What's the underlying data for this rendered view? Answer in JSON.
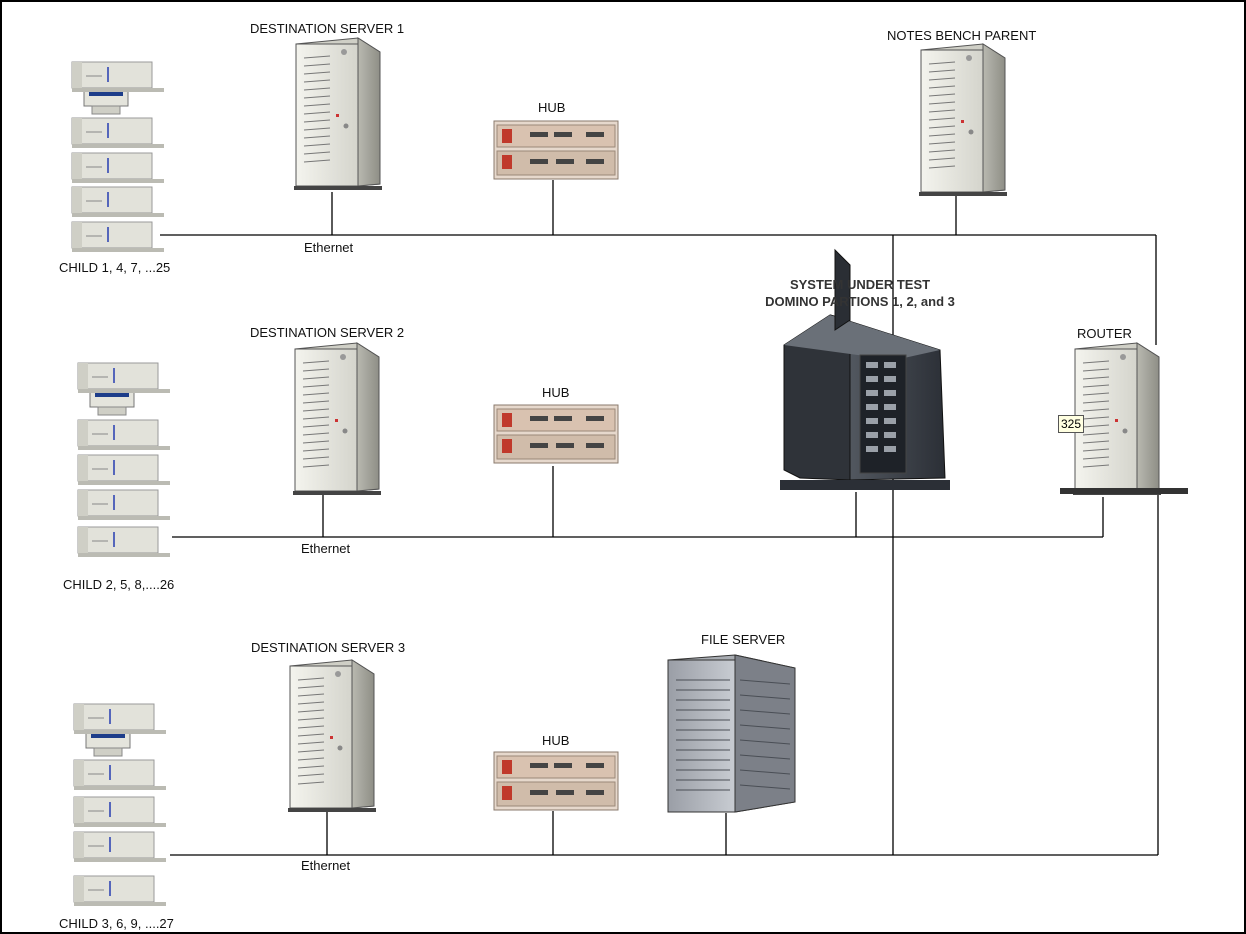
{
  "labels": {
    "dest1": "DESTINATION SERVER 1",
    "dest2": "DESTINATION SERVER 2",
    "dest3": "DESTINATION SERVER 3",
    "notes_parent": "NOTES BENCH PARENT",
    "hub1": "HUB",
    "hub2": "HUB",
    "hub3": "HUB",
    "sut_line1": "SYSTEM UNDER TEST",
    "sut_line2": "DOMINO PARTIONS 1, 2, and 3",
    "router": "ROUTER",
    "file_server": "FILE SERVER",
    "ethernet1": "Ethernet",
    "ethernet2": "Ethernet",
    "ethernet3": "Ethernet",
    "child_group1": "CHILD 1, 4, 7, ...25",
    "child_group2": "CHILD 2, 5, 8,....26",
    "child_group3": "CHILD 3, 6, 9, ....27",
    "router_tag": "325"
  },
  "colors": {
    "line": "#000000",
    "server_body": "#d9d9d0",
    "hub_body": "#d8c4b4",
    "sut_body": "#3c4048"
  }
}
